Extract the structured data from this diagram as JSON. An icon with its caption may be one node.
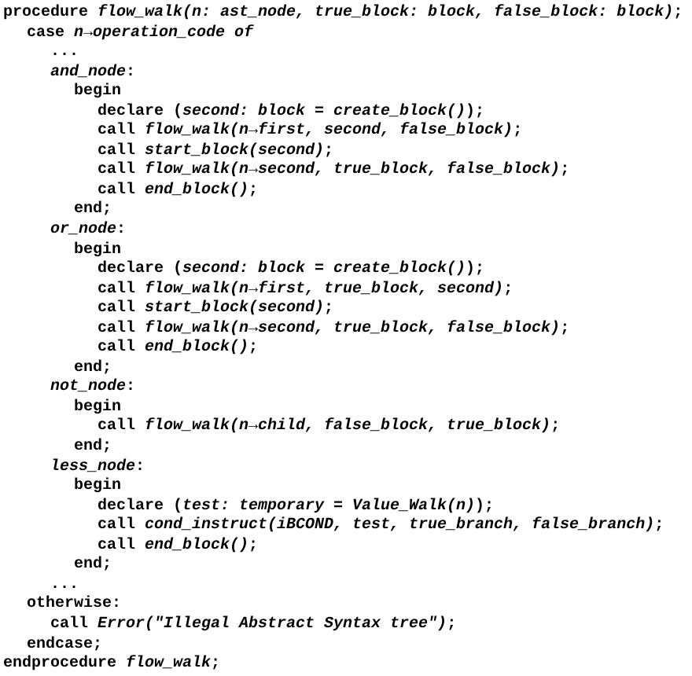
{
  "diagram": {
    "labels": [
      "procedure *flow_walk(n: ast_node, true_block: block, false_block: block)*;",
      "case *n→operation_code of*",
      "...",
      "*and_node*:",
      "begin",
      "declare (*second: block = create_block()*);",
      "call *flow_walk(n→first, second, false_block)*;",
      "call *start_block(second)*;",
      "call *flow_walk(n→second, true_block, false_block)*;",
      "call *end_block()*;",
      "end;",
      "*or_node*:",
      "begin",
      "declare (*second: block = create_block()*);",
      "call *flow_walk(n→first, true_block, second)*;",
      "call *start_block(second)*;",
      "call *flow_walk(n→second, true_block, false_block)*;",
      "call *end_block()*;",
      "end;",
      "*not_node*:",
      "begin",
      "call *flow_walk(n→child, false_block, true_block)*;",
      "end;",
      "*less_node*:",
      "begin",
      "declare (*test: temporary = Value_Walk(n)*);",
      "call *cond_instruct(iBCOND, test, true_branch, false_branch)*;",
      "call *end_block()*;",
      "end;",
      "...",
      "otherwise:",
      "call *Error(\"Illegal Abstract Syntax tree\")*;",
      "endcase;",
      "endprocedure *flow_walk*;"
    ]
  }
}
